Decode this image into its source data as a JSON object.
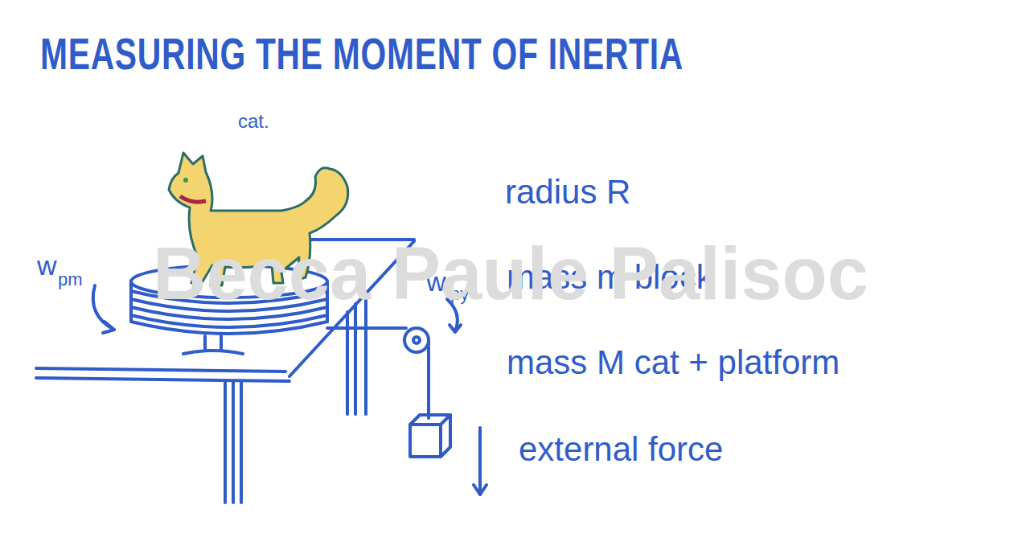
{
  "diagram": {
    "title": "MEASURING THE MOMENT OF INERTIA",
    "labels": [
      "cat.",
      "w",
      "pm",
      "w",
      "py",
      "radius R",
      "mass m block",
      "mass M cat + platform",
      "external force",
      "Becca Paule Palisoc"
    ]
  }
}
